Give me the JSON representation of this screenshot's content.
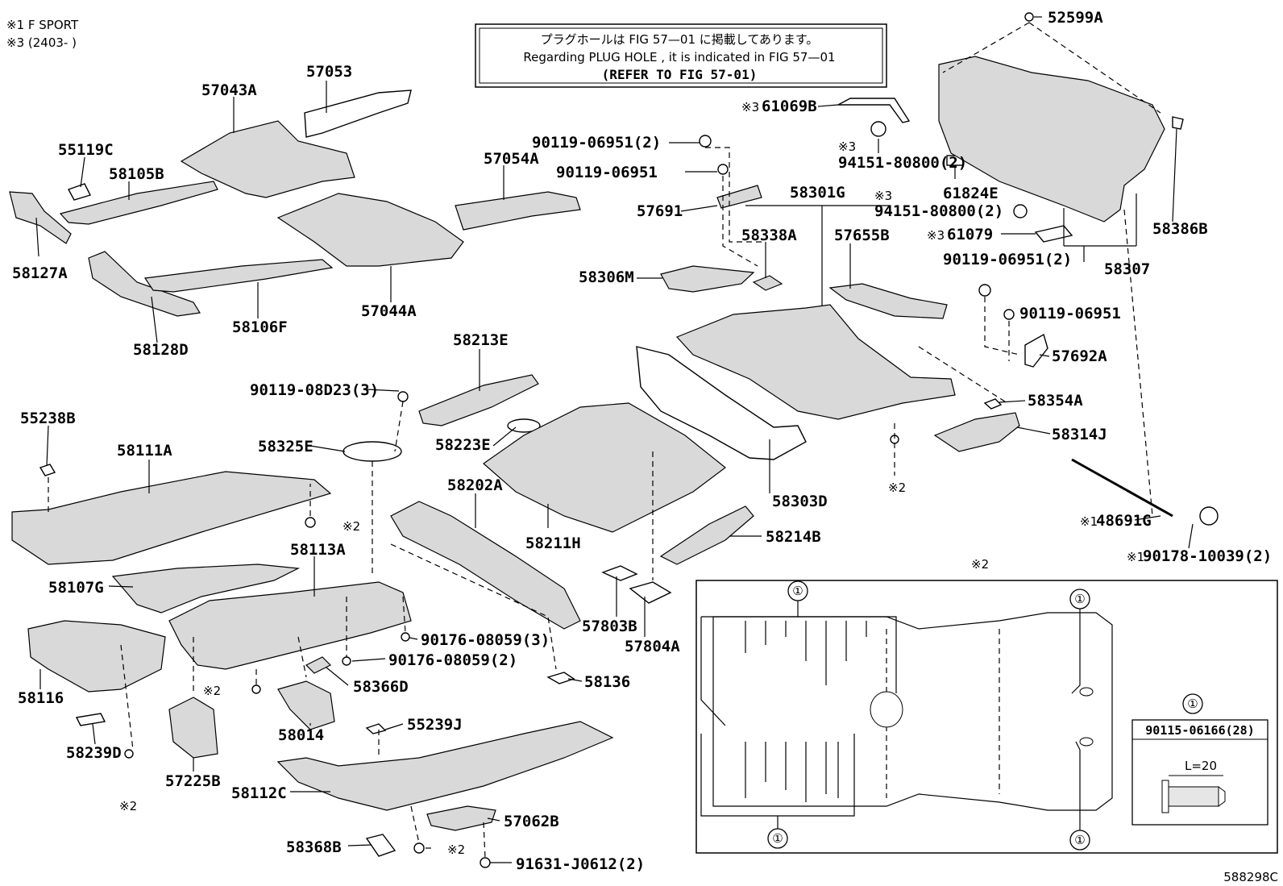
{
  "notes": {
    "line1": "※1 F SPORT",
    "line2": "※3 (2403-      )"
  },
  "plug_notice": {
    "jp": "プラグホールは FIG 57—01 に掲載してあります。",
    "en": "Regarding  PLUG  HOLE , it is indicated in FIG  57—01",
    "refer": "(REFER TO FIG 57-01)"
  },
  "labels": [
    "52599A",
    "57053",
    "57043A",
    "61069B",
    "55119C",
    "90119-06951(2)",
    "94151-80800(2)",
    "58105B",
    "57054A",
    "90119-06951",
    "61824E",
    "58127A",
    "57691",
    "58301G",
    "94151-80800(2)",
    "61079",
    "58386B",
    "58338A",
    "57655B",
    "58307",
    "58306M",
    "90119-06951(2)",
    "57044A",
    "58106F",
    "90119-06951",
    "58128D",
    "58213E",
    "57692A",
    "90119-08D23(3)",
    "58354A",
    "55238B",
    "58223E",
    "58314J",
    "58325E",
    "58111A",
    "58202A",
    "58303D",
    "48691G",
    "90178-10039(2)",
    "58211H",
    "58214B",
    "58113A",
    "58107G",
    "57803B",
    "90176-08059(3)",
    "57804A",
    "58136",
    "90176-08059(2)",
    "58116",
    "58366D",
    "58014",
    "55239J",
    "58239D",
    "57225B",
    "58112C",
    "57062B",
    "58368B",
    "91631-J0612(2)"
  ],
  "marks": {
    "ref1": "※1",
    "ref2": "※2",
    "ref3": "※3",
    "circle1": "①"
  },
  "inset": {
    "title": "※2",
    "bolt_part": "90115-06166(28)",
    "length": "L=20"
  },
  "figure_code": "588298C"
}
